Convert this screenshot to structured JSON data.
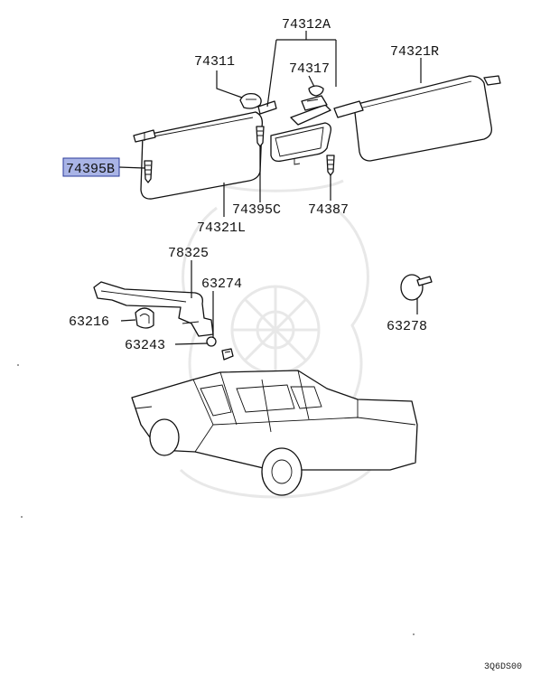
{
  "diagram": {
    "highlight_color": "#a9b4e6",
    "highlight_border": "#2a3a9a",
    "parts": {
      "p74312A": "74312A",
      "p74311": "74311",
      "p74317": "74317",
      "p74321R": "74321R",
      "p74395B": "74395B",
      "p74395C": "74395C",
      "p74387": "74387",
      "p74321L": "74321L",
      "p78325": "78325",
      "p63274": "63274",
      "p63216": "63216",
      "p63278": "63278",
      "p63243": "63243"
    },
    "drawing_code": "3Q6DS00"
  }
}
